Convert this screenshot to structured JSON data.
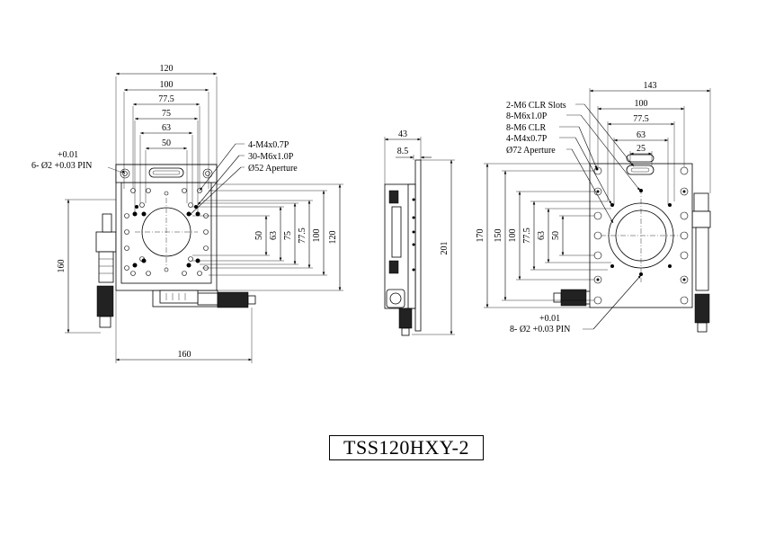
{
  "title": "TSS120HXY-2",
  "front_view": {
    "top_dims": [
      "120",
      "100",
      "77.5",
      "75",
      "63",
      "50"
    ],
    "side_dims": [
      "50",
      "63",
      "75",
      "77.5",
      "100",
      "120"
    ],
    "height_dim": "160",
    "width_dim": "160",
    "pin_tol": "+0.01",
    "pin_label": "6- Ø2 +0.03 PIN",
    "callouts": [
      "4-M4x0.7P",
      "30-M6x1.0P",
      "Ø52 Aperture"
    ]
  },
  "side_view": {
    "dims": [
      "43",
      "8.5",
      "201"
    ]
  },
  "rear_view": {
    "top_dims": [
      "143",
      "100",
      "77.5",
      "63",
      "25"
    ],
    "side_dims": [
      "170",
      "150",
      "100",
      "77.5",
      "63",
      "50"
    ],
    "callouts": [
      "2-M6 CLR Slots",
      "8-M6x1.0P",
      "8-M6 CLR",
      "4-M4x0.7P",
      "Ø72 Aperture"
    ],
    "pin_tol": "+0.01",
    "pin_label": "8- Ø2 +0.03 PIN"
  }
}
